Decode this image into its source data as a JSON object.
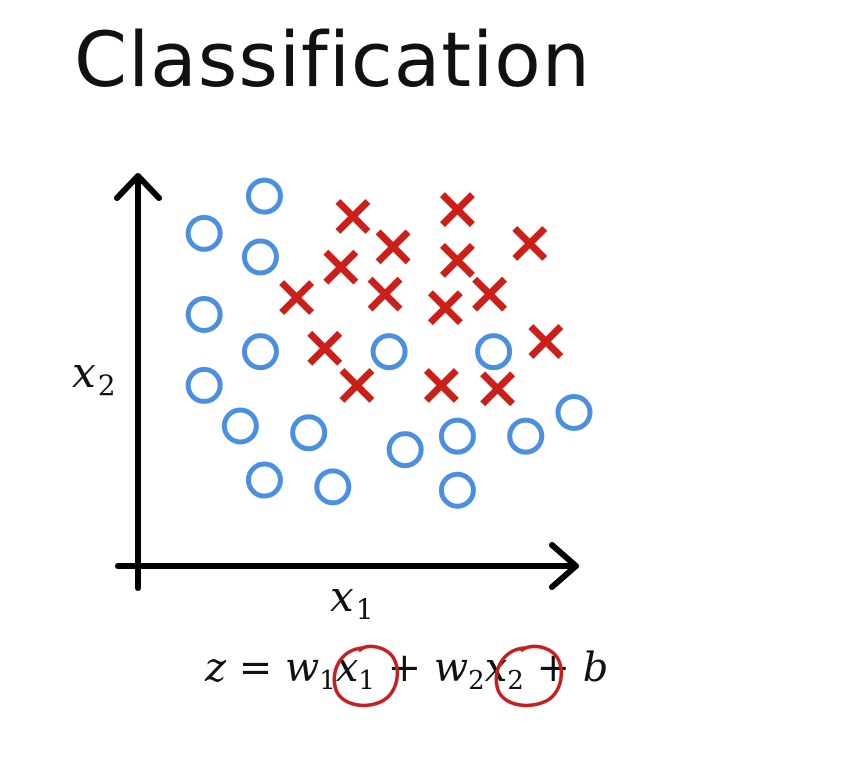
{
  "title": "Classification",
  "equation": {
    "z": "z",
    "eq": "=",
    "w1": "w",
    "w1_sub": "1",
    "x1": "x",
    "x1_sub": "1",
    "plus1": "+",
    "w2": "w",
    "w2_sub": "2",
    "x2": "x",
    "x2_sub": "2",
    "plus2": "+",
    "b": "b"
  },
  "colors": {
    "circle": "#4a8fe0",
    "cross": "#cc1f1a",
    "axis": "#000000",
    "annotation": "#c81e1e"
  },
  "chart_data": {
    "type": "scatter",
    "title": "",
    "xlabel": "x",
    "xlabel_sub": "1",
    "ylabel": "x",
    "ylabel_sub": "2",
    "xlim": [
      0,
      10
    ],
    "ylim": [
      0,
      10
    ],
    "grid": false,
    "series": [
      {
        "marker": "circle",
        "color": "#4a8fe0",
        "points": [
          [
            0.8,
            8.6
          ],
          [
            2.3,
            9.7
          ],
          [
            2.2,
            7.9
          ],
          [
            0.8,
            6.2
          ],
          [
            2.2,
            5.1
          ],
          [
            0.8,
            4.1
          ],
          [
            1.7,
            2.9
          ],
          [
            3.4,
            2.7
          ],
          [
            5.4,
            5.1
          ],
          [
            8.0,
            5.1
          ],
          [
            2.3,
            1.3
          ],
          [
            4.0,
            1.1
          ],
          [
            5.8,
            2.2
          ],
          [
            7.1,
            2.6
          ],
          [
            8.8,
            2.6
          ],
          [
            10.0,
            3.3
          ],
          [
            7.1,
            1.0
          ]
        ]
      },
      {
        "marker": "x",
        "color": "#cc1f1a",
        "points": [
          [
            4.5,
            9.1
          ],
          [
            7.1,
            9.3
          ],
          [
            5.5,
            8.2
          ],
          [
            7.1,
            7.8
          ],
          [
            8.9,
            8.3
          ],
          [
            4.2,
            7.6
          ],
          [
            3.1,
            6.7
          ],
          [
            5.3,
            6.8
          ],
          [
            6.8,
            6.4
          ],
          [
            7.9,
            6.8
          ],
          [
            9.3,
            5.4
          ],
          [
            3.8,
            5.2
          ],
          [
            4.6,
            4.1
          ],
          [
            6.7,
            4.1
          ],
          [
            8.1,
            4.0
          ]
        ]
      }
    ]
  }
}
